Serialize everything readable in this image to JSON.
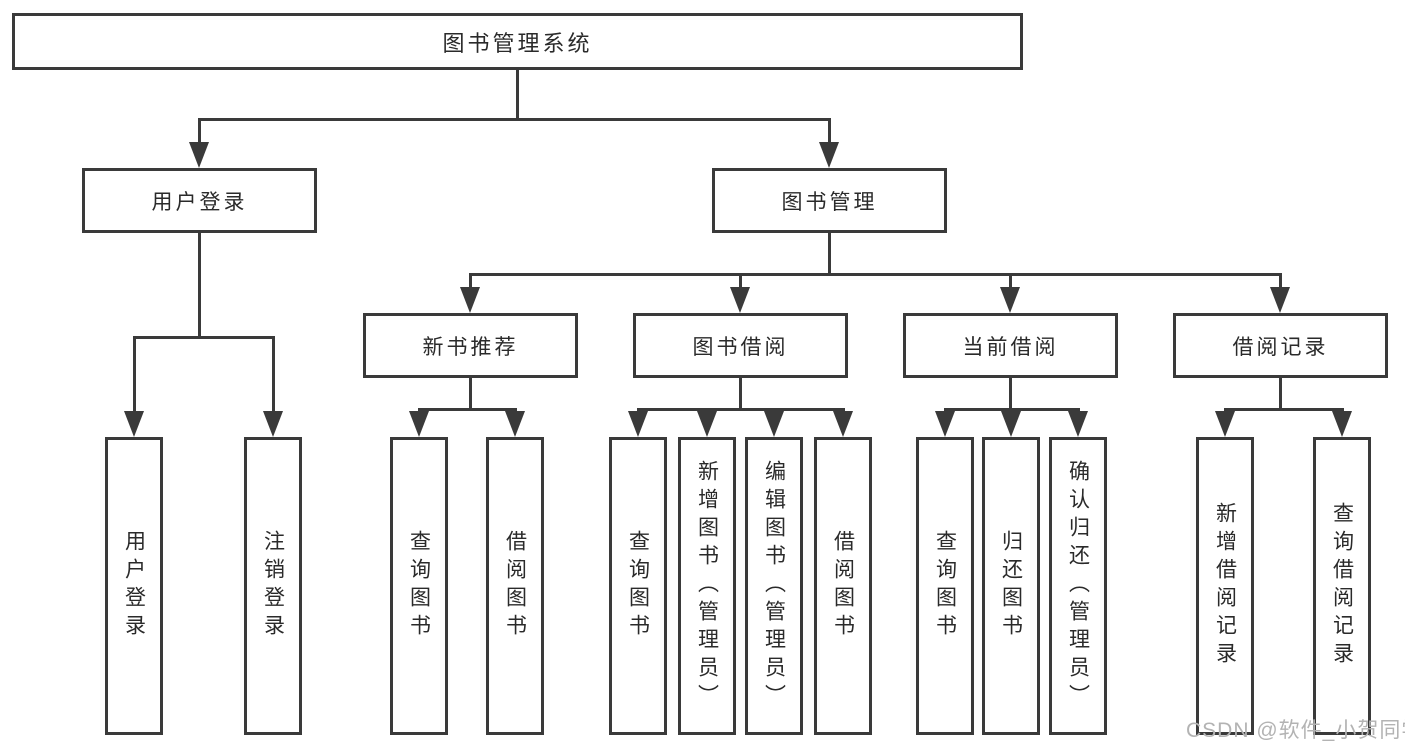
{
  "root": {
    "label": "图书管理系统"
  },
  "level2": [
    {
      "label": "用户登录"
    },
    {
      "label": "图书管理"
    }
  ],
  "level3": [
    {
      "label": "新书推荐"
    },
    {
      "label": "图书借阅"
    },
    {
      "label": "当前借阅"
    },
    {
      "label": "借阅记录"
    }
  ],
  "leaves": {
    "user_login": [
      {
        "label": "用户登录"
      },
      {
        "label": "注销登录"
      }
    ],
    "new_book_recommend": [
      {
        "label": "查询图书"
      },
      {
        "label": "借阅图书"
      }
    ],
    "book_borrow": [
      {
        "label": "查询图书"
      },
      {
        "label": "新增图书（管理员）"
      },
      {
        "label": "编辑图书（管理员）"
      },
      {
        "label": "借阅图书"
      }
    ],
    "current_borrow": [
      {
        "label": "查询图书"
      },
      {
        "label": "归还图书"
      },
      {
        "label": "确认归还（管理员）"
      }
    ],
    "borrow_records": [
      {
        "label": "新增借阅记录"
      },
      {
        "label": "查询借阅记录"
      }
    ]
  },
  "watermark": {
    "text": "CSDN @软件_小贺同学"
  },
  "colors": {
    "line": "#3a3a3a",
    "text": "#2a2a2a",
    "watermark": "#b3b3b3",
    "background": "#ffffff"
  }
}
